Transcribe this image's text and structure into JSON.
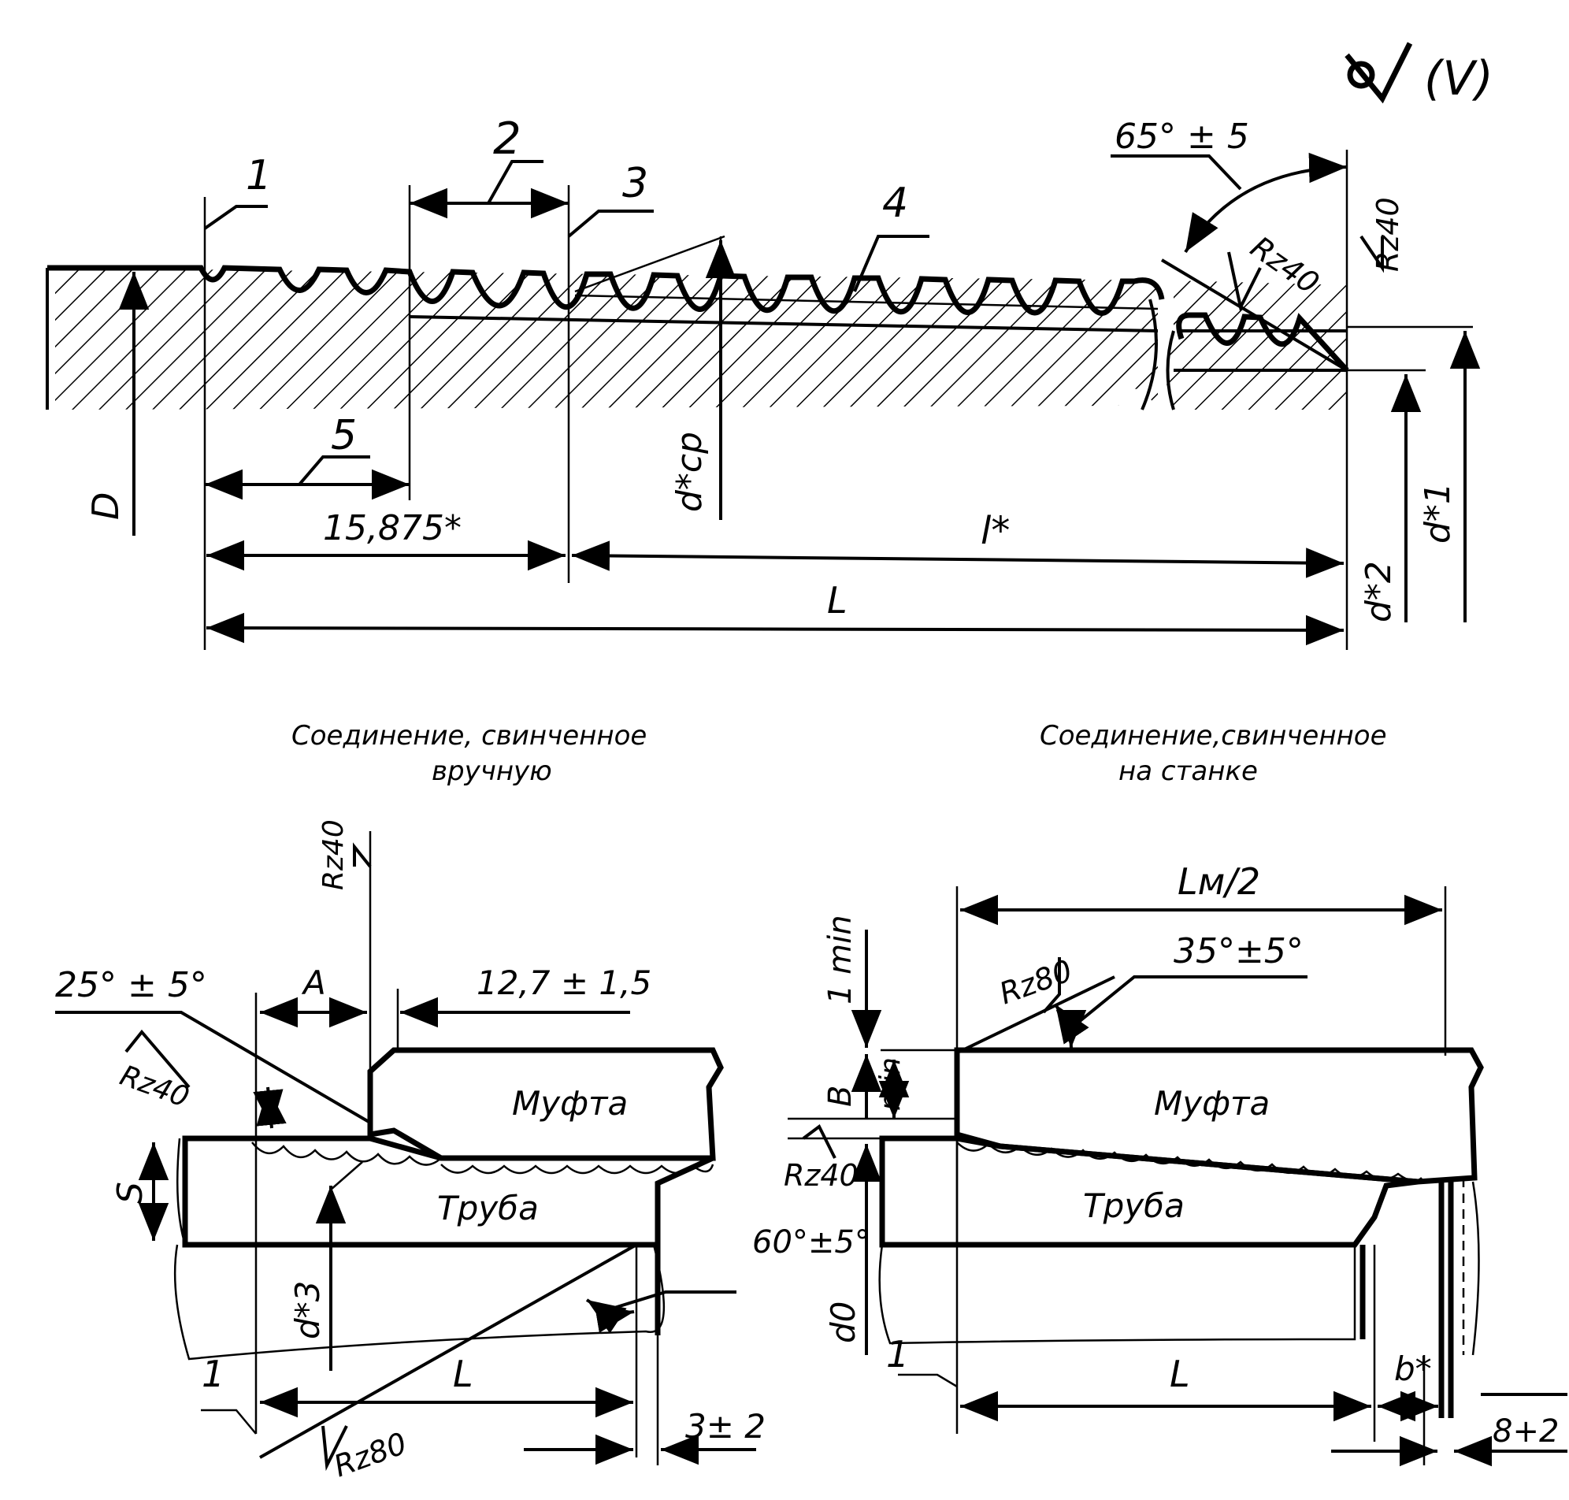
{
  "top_view": {
    "roughness_symbol": "(V)",
    "angle_chamfer": "65° ± 5",
    "rz40_a": "Rz40",
    "rz40_b": "Rz40",
    "callouts": [
      "1",
      "2",
      "3",
      "4",
      "5"
    ],
    "dim_D": "D",
    "dim_dcp": "d*cp",
    "dim_d1": "d*1",
    "dim_d2": "d*2",
    "dim_15875": "15,875*",
    "dim_l": "l*",
    "dim_L": "L"
  },
  "left_view": {
    "caption_line1": "Соединение, свинченное",
    "caption_line2": "вручную",
    "rz40_top": "Rz40",
    "rz40_left": "Rz40",
    "rz80": "Rz80",
    "angle_25": "25° ± 5°",
    "angle_60": "60°±5°",
    "dim_A": "A",
    "dim_127": "12,7 ± 1,5",
    "dim_S": "S",
    "dim_d3": "d*3",
    "dim_L": "L",
    "dim_3": "3± 2",
    "callout_1": "1",
    "muft": "Муфта",
    "pipe": "Труба"
  },
  "right_view": {
    "caption_line1": "Соединение,свинченное",
    "caption_line2": "на станке",
    "dim_Lm2": "Lм/2",
    "rz80": "Rz80",
    "rz40": "Rz40",
    "angle_35": "35°±5°",
    "dim_1min": "1 min",
    "dim_B": "B",
    "dim_min": "min",
    "dim_d0": "d0",
    "dim_L": "L",
    "dim_b": "b*",
    "dim_8": "8+2",
    "callout_1": "1",
    "muft": "Муфта",
    "pipe": "Труба"
  }
}
